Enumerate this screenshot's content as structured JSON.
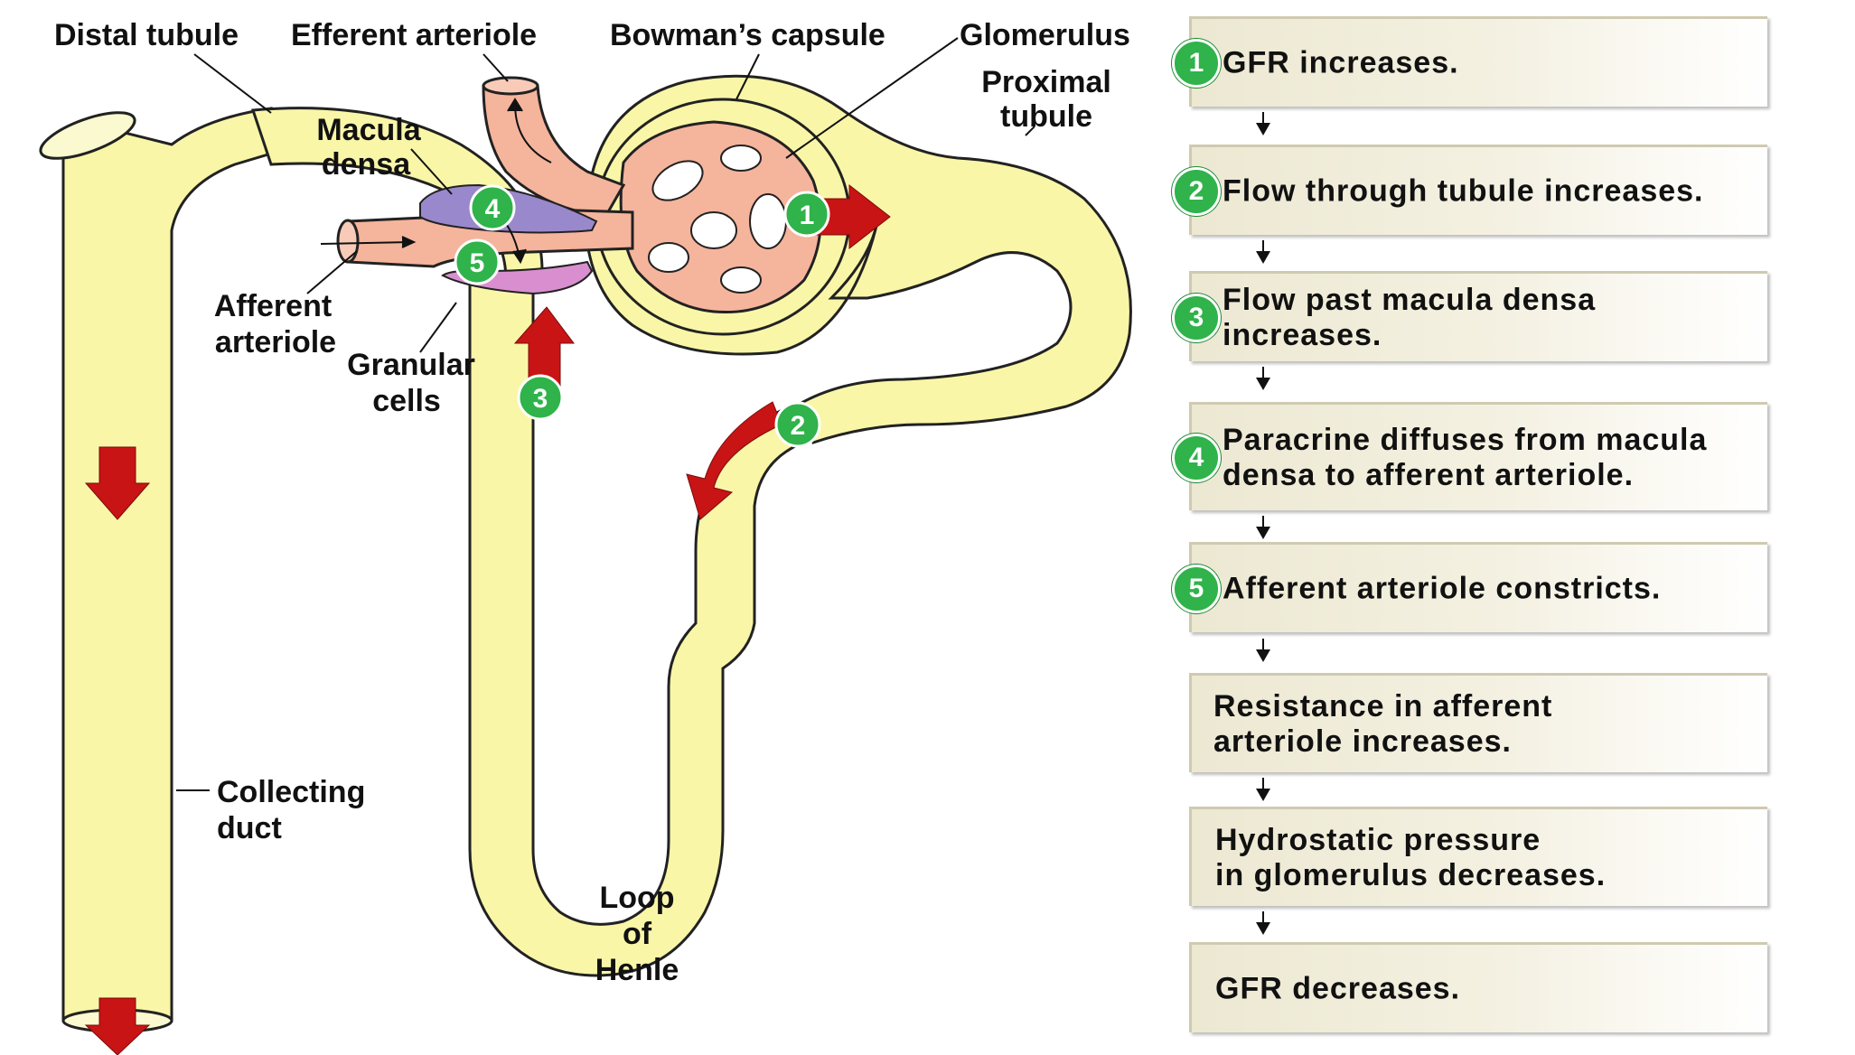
{
  "labels": {
    "distal_tubule": "Distal tubule",
    "efferent_arteriole": "Efferent arteriole",
    "bowmans_capsule": "Bowman’s capsule",
    "glomerulus": "Glomerulus",
    "proximal_tubule_1": "Proximal",
    "proximal_tubule_2": "tubule",
    "macula_densa_1": "Macula",
    "macula_densa_2": "densa",
    "afferent_arteriole_1": "Afferent",
    "afferent_arteriole_2": "arteriole",
    "granular_cells_1": "Granular",
    "granular_cells_2": "cells",
    "collecting_duct_1": "Collecting",
    "collecting_duct_2": "duct",
    "loop_henle_1": "Loop",
    "loop_henle_2": "of",
    "loop_henle_3": "Henle"
  },
  "markers": [
    "1",
    "2",
    "3",
    "4",
    "5"
  ],
  "steps": [
    {
      "badge": "1",
      "text": "GFR increases."
    },
    {
      "badge": "2",
      "text": "Flow through tubule increases."
    },
    {
      "badge": "3",
      "text": "Flow past macula densa\nincreases."
    },
    {
      "badge": "4",
      "text": "Paracrine diffuses  from macula\ndensa to afferent arteriole."
    },
    {
      "badge": "5",
      "text": "Afferent arteriole constricts."
    },
    {
      "badge": "",
      "text": "Resistance in afferent\narteriole increases."
    },
    {
      "badge": "",
      "text": "Hydrostatic pressure\nin glomerulus decreases."
    },
    {
      "badge": "",
      "text": "GFR decreases."
    }
  ],
  "colors": {
    "tubule": "#f9f6a8",
    "vessel": "#f5b49c",
    "macula_densa": "#9a88cc",
    "granular_cells": "#d98fcf",
    "flow_arrow": "#c81414",
    "badge": "#2fb34a"
  }
}
